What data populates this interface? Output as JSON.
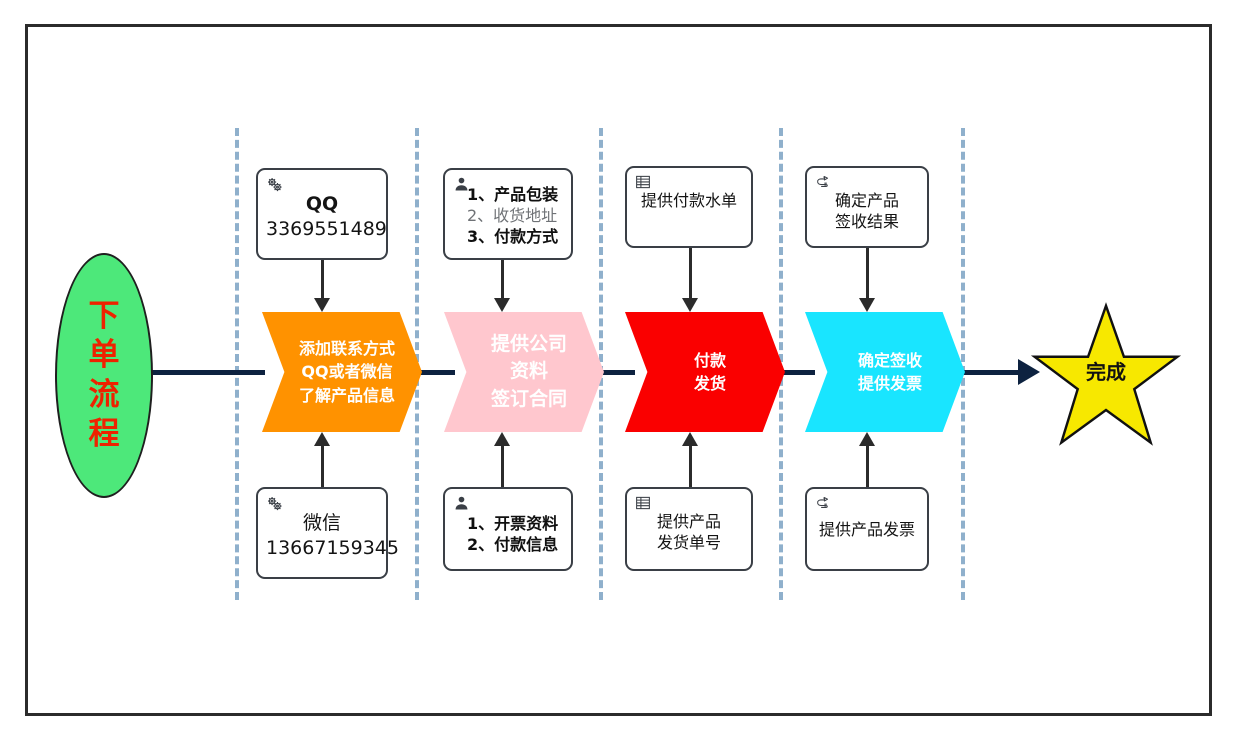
{
  "diagram": {
    "title_shape": {
      "label": "下单流程",
      "shape": "ellipse",
      "fill": "#4DE87A",
      "text_color": "#EE2200"
    },
    "end_shape": {
      "label": "完成",
      "shape": "star",
      "fill": "#F7E800",
      "text_color": "#111111"
    },
    "stages": [
      {
        "id": "stage-1",
        "label": "添加联系方式\nQQ或者微信\n了解产品信息",
        "fill": "#FF9200",
        "text_color": "#FFFFFF",
        "top_note": {
          "icon": "gears-icon",
          "lines": [
            {
              "text": "QQ",
              "style": "bold"
            },
            {
              "text": "3369551489",
              "style": "big"
            }
          ]
        },
        "bottom_note": {
          "icon": "gears-icon",
          "lines": [
            {
              "text": "微信",
              "style": "big"
            },
            {
              "text": "13667159345",
              "style": "big"
            }
          ]
        }
      },
      {
        "id": "stage-2",
        "label": "提供公司\n资料\n签订合同",
        "fill": "#FFC7CE",
        "text_color": "#FFFFFF",
        "top_note": {
          "icon": "person-icon",
          "lines": [
            {
              "text": "1、产品包装",
              "style": "bold"
            },
            {
              "text": "2、收货地址",
              "style": "gray"
            },
            {
              "text": "3、付款方式",
              "style": "bold"
            }
          ]
        },
        "bottom_note": {
          "icon": "person-icon",
          "lines": [
            {
              "text": "1、开票资料",
              "style": "bold"
            },
            {
              "text": "2、付款信息",
              "style": "bold"
            }
          ]
        }
      },
      {
        "id": "stage-3",
        "label": "付款\n发货",
        "fill": "#FA0000",
        "text_color": "#FFFFFF",
        "top_note": {
          "icon": "table-icon",
          "lines": [
            {
              "text": "提供付款水单",
              "style": "normal"
            }
          ]
        },
        "bottom_note": {
          "icon": "table-icon",
          "lines": [
            {
              "text": "提供产品",
              "style": "normal"
            },
            {
              "text": "发货单号",
              "style": "normal"
            }
          ]
        }
      },
      {
        "id": "stage-4",
        "label": "确定签收\n提供发票",
        "fill": "#19E5FF",
        "text_color": "#FFFFFF",
        "top_note": {
          "icon": "pointing-hand-icon",
          "lines": [
            {
              "text": "确定产品",
              "style": "normal"
            },
            {
              "text": "签收结果",
              "style": "normal"
            }
          ]
        },
        "bottom_note": {
          "icon": "pointing-hand-icon",
          "lines": [
            {
              "text": "提供产品发票",
              "style": "normal"
            }
          ]
        }
      }
    ]
  }
}
